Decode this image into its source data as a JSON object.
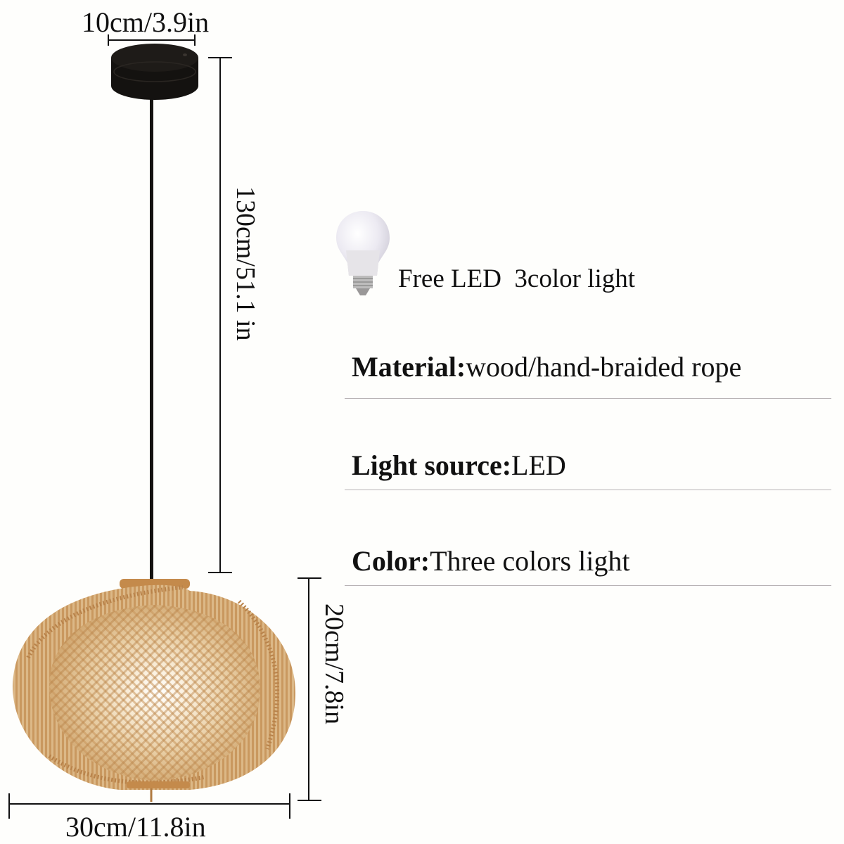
{
  "dimensions": {
    "canopy_width": "10cm/3.9in",
    "cord_length": "130cm/51.1 in",
    "shade_height": "20cm/7.8in",
    "shade_width": "30cm/11.8in"
  },
  "bulb": {
    "icon": "led-bulb-icon",
    "caption": "Free LED  3color light"
  },
  "specs": [
    {
      "label": "Material",
      "separator": ":",
      "value": "wood/hand-braided rope"
    },
    {
      "label": "Light source",
      "separator": ":",
      "value": "LED"
    },
    {
      "label": "Color",
      "separator": ":",
      "value": "Three colors light"
    }
  ],
  "colors": {
    "background": "#fefefc",
    "text": "#111111",
    "shade": "#d9b07a",
    "canopy": "#141210",
    "divider": "#b8b3b5"
  }
}
